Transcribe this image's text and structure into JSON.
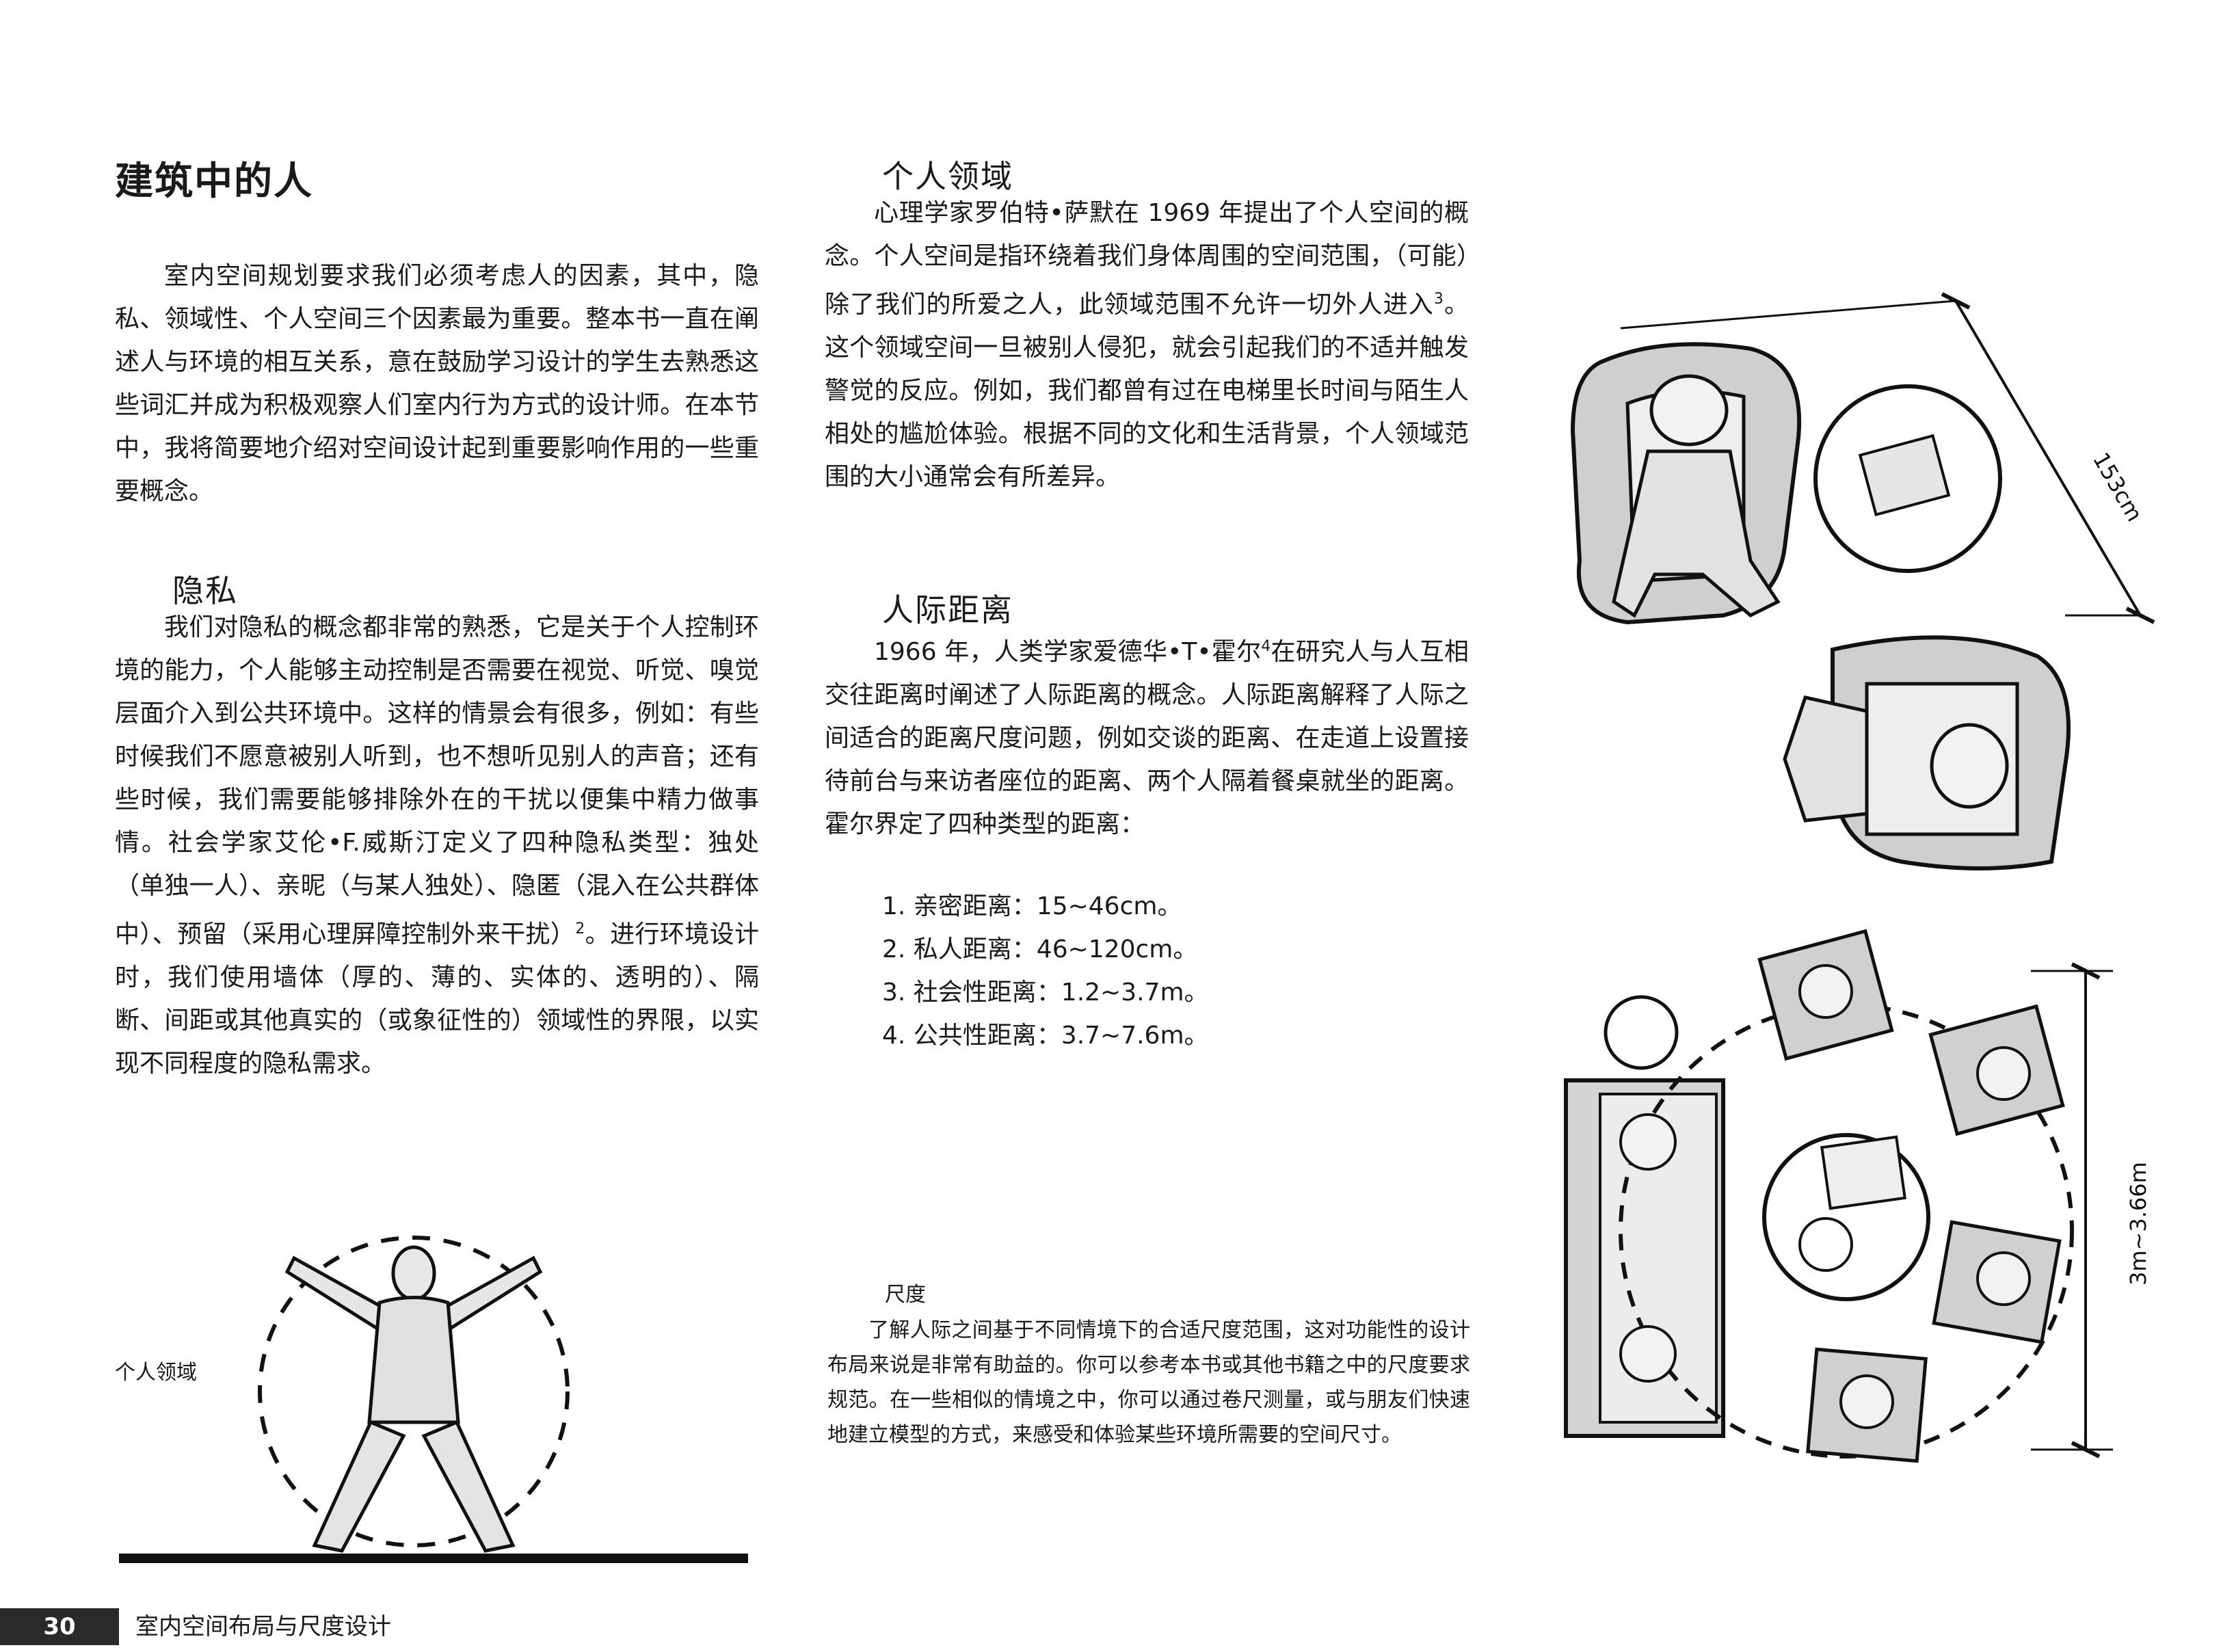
{
  "left": {
    "title": "建筑中的人",
    "intro": "室内空间规划要求我们必须考虑人的因素，其中，隐私、领域性、个人空间三个因素最为重要。整本书一直在阐述人与环境的相互关系，意在鼓励学习设计的学生去熟悉这些词汇并成为积极观察人们室内行为方式的设计师。在本节中，我将简要地介绍对空间设计起到重要影响作用的一些重要概念。",
    "privacy_heading": "隐私",
    "privacy_text_a": "我们对隐私的概念都非常的熟悉，它是关于个人控制环境的能力，个人能够主动控制是否需要在视觉、听觉、嗅觉层面介入到公共环境中。这样的情景会有很多，例如：有些时候我们不愿意被别人听到，也不想听见别人的声音；还有些时候，我们需要能够排除外在的干扰以便集中精力做事情。社会学家艾伦•F.威斯汀定义了四种隐私类型：独处（单独一人）、亲昵（与某人独处）、隐匿（混入在公共群体中）、预留（采用心理屏障控制外来干扰）",
    "privacy_sup": "2",
    "privacy_text_b": "。进行环境设计时，我们使用墙体（厚的、薄的、实体的、透明的）、隔断、间距或其他真实的（或象征性的）领域性的界限，以实现不同程度的隐私需求。",
    "figure_caption": "个人领域"
  },
  "middle": {
    "territory_heading": "个人领域",
    "territory_text_a": "心理学家罗伯特•萨默在 1969 年提出了个人空间的概念。个人空间是指环绕着我们身体周围的空间范围，（可能）除了我们的所爱之人，此领域范围不允许一切外人进入",
    "territory_sup": "3",
    "territory_text_b": "。这个领域空间一旦被别人侵犯，就会引起我们的不适并触发警觉的反应。例如，我们都曾有过在电梯里长时间与陌生人相处的尴尬体验。根据不同的文化和生活背景，个人领域范围的大小通常会有所差异。",
    "distance_heading": "人际距离",
    "distance_text_a": "1966 年，人类学家爱德华•T•霍尔",
    "distance_sup": "4",
    "distance_text_b": "在研究人与人互相交往距离时阐述了人际距离的概念。人际距离解释了人际之间适合的距离尺度问题，例如交谈的距离、在走道上设置接待前台与来访者座位的距离、两个人隔着餐桌就坐的距离。霍尔界定了四种类型的距离：",
    "distance_list": [
      "1. 亲密距离：15~46cm。",
      "2. 私人距离：46~120cm。",
      "3. 社会性距离：1.2~3.7m。",
      "4. 公共性距离：3.7~7.6m。"
    ],
    "scale_title": "尺度",
    "scale_text": "了解人际之间基于不同情境下的合适尺度范围，这对功能性的设计布局来说是非常有助益的。你可以参考本书或其他书籍之中的尺度要求规范。在一些相似的情境之中，你可以通过卷尺测量，或与朋友们快速地建立模型的方式，来感受和体验某些环境所需要的空间尺寸。"
  },
  "right": {
    "dim_top": "153cm",
    "dim_bottom": "3m~3.66m"
  },
  "footer": {
    "page_number": "30",
    "book_title": "室内空间布局与尺度设计"
  }
}
